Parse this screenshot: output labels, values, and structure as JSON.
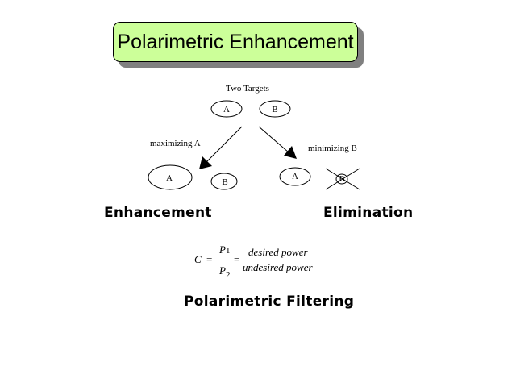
{
  "title": "Polarimetric Enhancement",
  "targets_label": "Two Targets",
  "target_a": "A",
  "target_b": "B",
  "left_arrow_label": "maximizing A",
  "right_arrow_label": "minimizing B",
  "enhancement_heading": "Enhancement",
  "elimination_heading": "Elimination",
  "formula": {
    "lhs": "C",
    "eq1": "=",
    "p1": "P",
    "p1_sub": "1",
    "p2": "P",
    "p2_sub": "2",
    "eq2": "=",
    "numerator": "desired power",
    "denominator": "undesired power"
  },
  "filtering_heading": "Polarimetric Filtering",
  "colors": {
    "title_fill": "#ccff99",
    "title_shadow": "#808080"
  }
}
